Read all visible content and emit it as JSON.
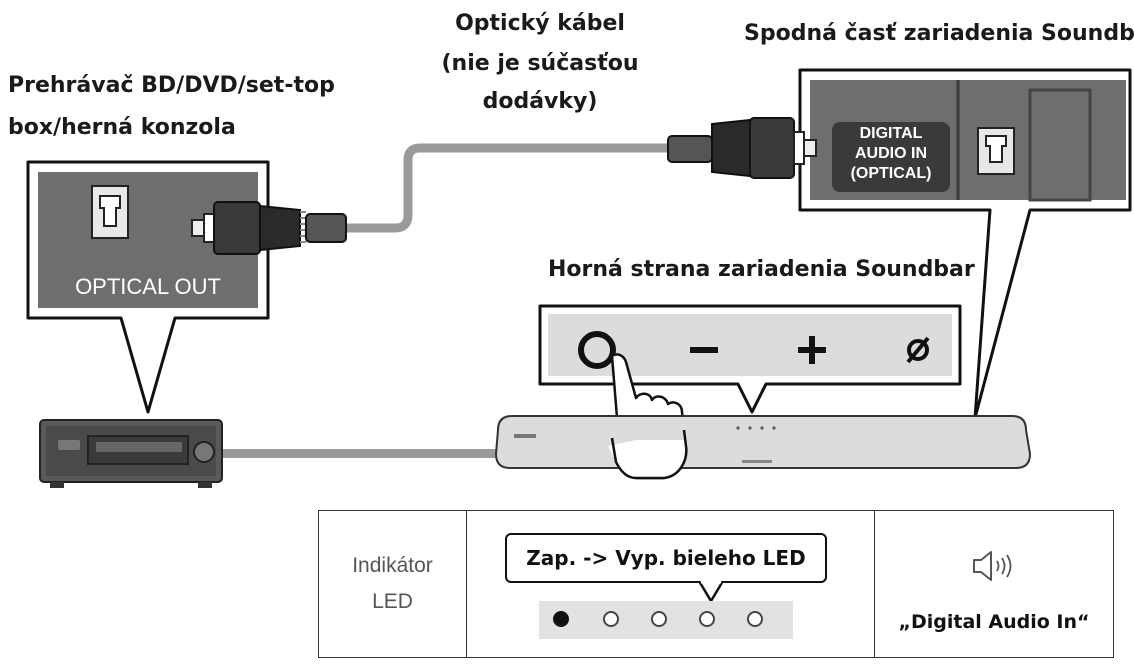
{
  "labels": {
    "source_device": [
      "Prehrávač BD/DVD/set-top",
      "box/herná konzola"
    ],
    "cable": [
      "Optický kábel",
      "(nie je súčasťou",
      "dodávky)"
    ],
    "soundbar_bottom": "Spodná časť zariadenia Soundbar",
    "soundbar_top": "Horná strana zariadenia Soundbar"
  },
  "ports": {
    "optical_out": "OPTICAL OUT",
    "digital_in": [
      "DIGITAL",
      "AUDIO IN",
      "(OPTICAL)"
    ]
  },
  "buttons": {
    "power": "O",
    "minus": "−",
    "plus": "+",
    "mic": "ø"
  },
  "table": {
    "row_label": [
      "Indikátor",
      "LED"
    ],
    "callout": "Zap. -> Vyp. bieleho LED",
    "leds": [
      true,
      false,
      false,
      false,
      false
    ],
    "speaker_icon": "speaker-icon",
    "mode": "„Digital Audio In“"
  },
  "colors": {
    "panel": "#6e6e6e",
    "panel_dark": "#3a3a3a",
    "cable": "#8a8a8a",
    "soundbar": "#dcdcdc"
  }
}
